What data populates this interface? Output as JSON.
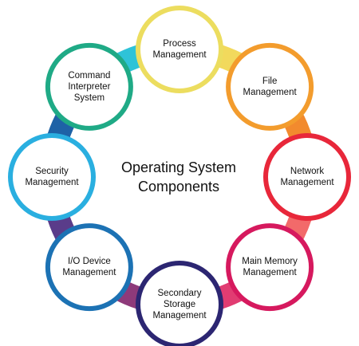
{
  "title": {
    "line1": "Operating System",
    "line2": "Components"
  },
  "nodes": [
    {
      "id": "process",
      "lines": [
        "Process",
        "Management"
      ],
      "color": "#ecdd5f"
    },
    {
      "id": "file",
      "lines": [
        "File",
        "Management"
      ],
      "color": "#f39c2d"
    },
    {
      "id": "network",
      "lines": [
        "Network",
        "Management"
      ],
      "color": "#e8273a"
    },
    {
      "id": "mainmem",
      "lines": [
        "Main Memory",
        "Management"
      ],
      "color": "#d6195e"
    },
    {
      "id": "secondary",
      "lines": [
        "Secondary",
        "Storage",
        "Management"
      ],
      "color": "#2c2672"
    },
    {
      "id": "io",
      "lines": [
        "I/O Device",
        "Management"
      ],
      "color": "#1c72b4"
    },
    {
      "id": "security",
      "lines": [
        "Security",
        "Management"
      ],
      "color": "#2aafe0"
    },
    {
      "id": "cmd",
      "lines": [
        "Command",
        "Interpreter",
        "System"
      ],
      "color": "#1faa86"
    }
  ],
  "arrow_colors": [
    "#f2d95c",
    "#f28a2e",
    "#f26a6a",
    "#e13c72",
    "#8e3a7a",
    "#5a3c8a",
    "#1e62a6",
    "#2ec3d8"
  ]
}
